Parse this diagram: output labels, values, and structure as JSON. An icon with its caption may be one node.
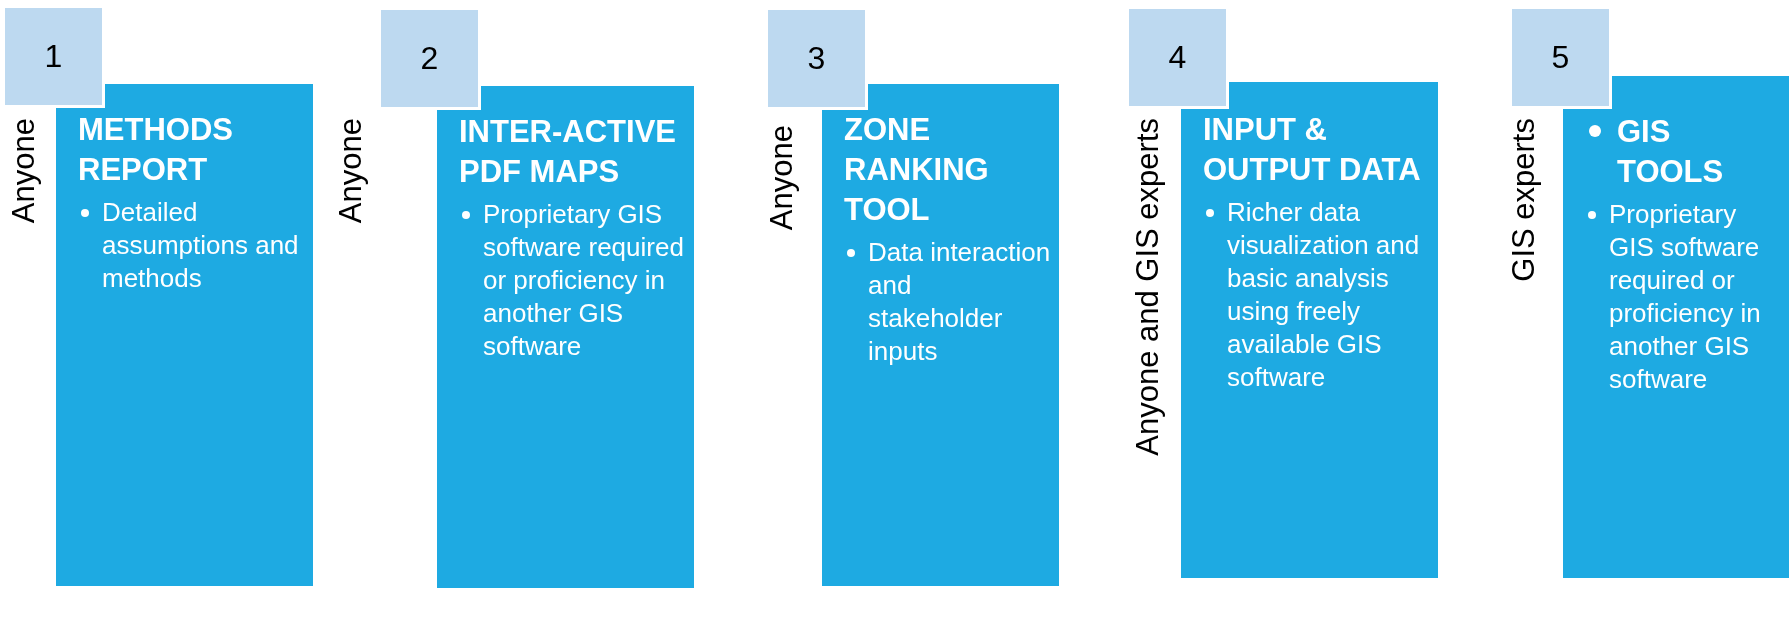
{
  "diagram": {
    "nodes": [
      {
        "text": [
          "1"
        ]
      },
      {
        "text": [
          "METHODS REPORT",
          "Detailed assumptions and methods"
        ]
      },
      {
        "text": [
          "2"
        ]
      },
      {
        "text": [
          "INTER-ACTIVE PDF MAPS",
          "Proprietary GIS software required or proficiency in another GIS software"
        ]
      },
      {
        "text": [
          "3"
        ]
      },
      {
        "text": [
          "ZONE RANKING TOOL",
          "Data interaction and stakeholder inputs"
        ]
      },
      {
        "text": [
          "4"
        ]
      },
      {
        "text": [
          "INPUT & OUTPUT DATA",
          "Richer data visualization and basic analysis using freely available GIS software"
        ]
      },
      {
        "text": [
          "5"
        ]
      },
      {
        "text": [
          "GIS TOOLS",
          "Proprietary GIS software required or proficiency in another GIS software"
        ]
      }
    ],
    "labels": [
      "Anyone",
      "Anyone",
      "Anyone",
      "Anyone and GIS experts",
      "GIS experts"
    ]
  }
}
